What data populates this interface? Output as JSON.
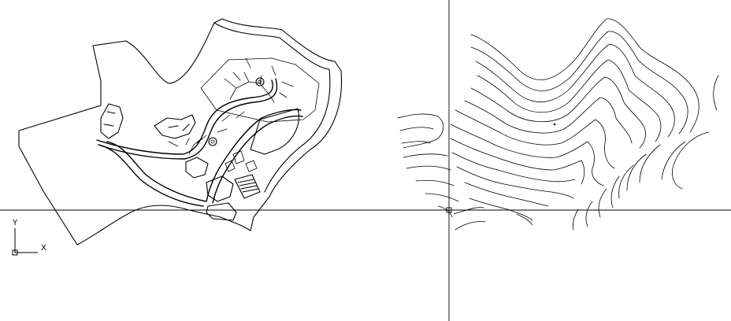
{
  "app": {
    "type": "cad-model-space",
    "background_color": "#ffffff",
    "line_color": "#000000"
  },
  "ucs_icon": {
    "x_label": "X",
    "y_label": "Y"
  },
  "drawings": [
    {
      "name": "site-plan",
      "description_hidden": true
    },
    {
      "name": "contour-map",
      "description_hidden": true
    }
  ]
}
